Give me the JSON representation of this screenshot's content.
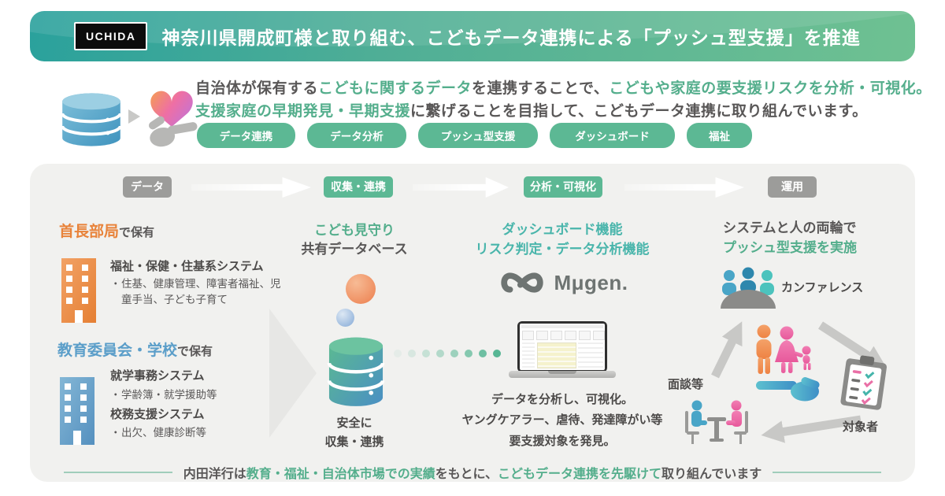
{
  "header": {
    "logo": "UCHIDA",
    "title": "神奈川県開成町様と取り組む、こどもデータ連携による「プッシュ型支援」を推進"
  },
  "intro": {
    "line1": {
      "s1": "自治体が保有する",
      "s2": "こどもに関するデータ",
      "s3": "を連携することで、",
      "s4": "こどもや家庭の要支援リスクを分析・可視化。"
    },
    "line2": {
      "s1": "支援家庭の早期発見・早期支援",
      "s2": "に繋げることを目指して、こどもデータ連携に取り組んでいます。"
    },
    "tags": [
      "データ連携",
      "データ分析",
      "プッシュ型支援",
      "ダッシュボード",
      "福祉"
    ]
  },
  "flow": {
    "step1": "データ",
    "step2": "収集・連携",
    "step3": "分析・可視化",
    "step4": "運用"
  },
  "sources": {
    "mayor": {
      "accent": "首長部局",
      "rest": "で保有",
      "system": "福祉・保健・住基系システム",
      "bullet_mark": "・",
      "bullet": "住基、健康管理、障害者福祉、児童手当、子ども子育て"
    },
    "education": {
      "accent": "教育委員会・学校",
      "rest": "で保有",
      "system1": "就学事務システム",
      "bullet1_mark": "・",
      "bullet1": "学齢簿・就学援助等",
      "system2": "校務支援システム",
      "bullet2_mark": "・",
      "bullet2": "出欠、健康診断等"
    }
  },
  "collect": {
    "accent": "こども見守り",
    "title": "共有データベース",
    "caption1": "安全に",
    "caption2": "収集・連携"
  },
  "analyze": {
    "title1": "ダッシュボード機能",
    "title2": "リスク判定・データ分析機能",
    "logo": "Mμgen.",
    "caption1": "データを分析し、可視化。",
    "caption2": "ヤングケアラー、虐待、発達障がい等",
    "caption3": "要支援対象を発見。"
  },
  "operate": {
    "title1": "システムと人の両輪で",
    "title2": "プッシュ型支援を実施",
    "label_conference": "カンファレンス",
    "label_interview": "面談等",
    "label_target": "対象者"
  },
  "footer": {
    "s1": "内田洋行は",
    "s2": "教育・福祉・自治体市場での実績",
    "s3": "をもとに、",
    "s4": "こどもデータ連携を先駆けて",
    "s5": "取り組んでいます"
  },
  "colors": {
    "accent_green": "#54ae8c",
    "accent_teal": "#49b5ab",
    "pill_green": "#5cb894",
    "orange": "#e8833a",
    "blue": "#5b9ec9",
    "text_dark": "#595757"
  },
  "icons": {
    "database": "database-icon (cylinder)",
    "heart_hand": "heart-in-hand-icon",
    "play_arrow": "triangle-arrow-icon",
    "building": "building-icon",
    "flow_arrow": "white-block-arrow-icon",
    "infinity_logo": "mugen-infinity-logo-icon",
    "laptop": "laptop-dashboard-icon",
    "conference": "conference-people-icon",
    "family": "family-icon",
    "support_hand": "support-hand-icon",
    "meeting": "interview-table-icon",
    "clipboard": "checklist-clipboard-icon",
    "cycle_arrows": "gray-cycle-arrows-icon"
  }
}
